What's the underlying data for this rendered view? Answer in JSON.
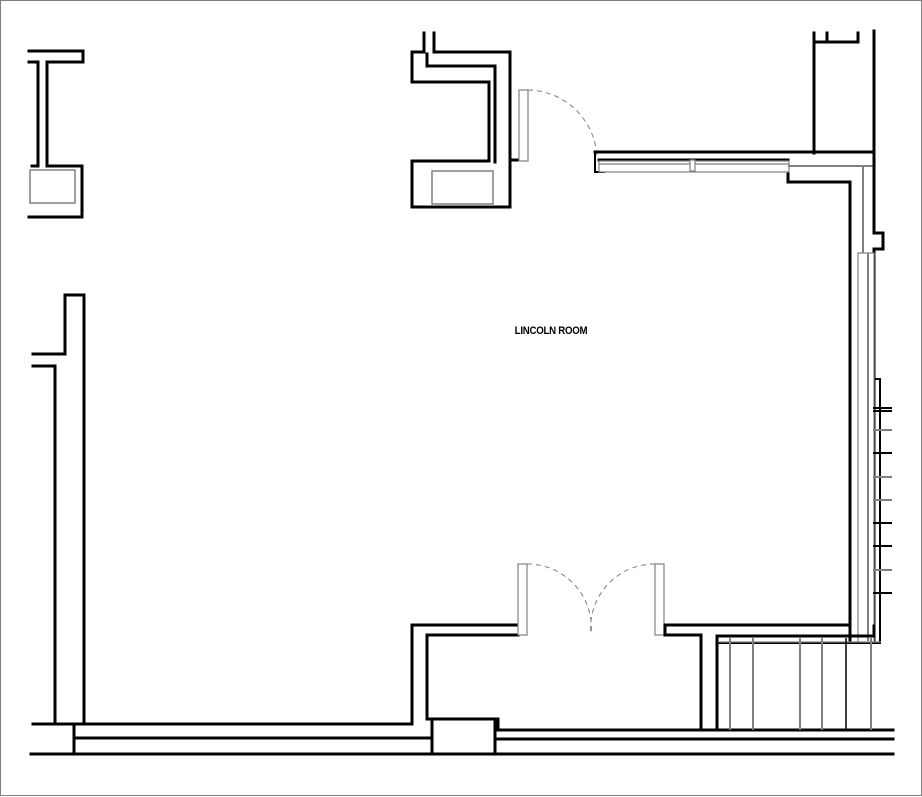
{
  "drawing": {
    "type": "architectural floor plan",
    "room_label": "LINCOLN ROOM",
    "colors": {
      "wall": "#000000",
      "secondary_line": "#808080",
      "background": "#ffffff",
      "frame": "#808080"
    },
    "elements": {
      "fireplaces": 2,
      "single_doors": 1,
      "double_doors": 1,
      "window_bands": 1,
      "stairs": 1
    }
  }
}
